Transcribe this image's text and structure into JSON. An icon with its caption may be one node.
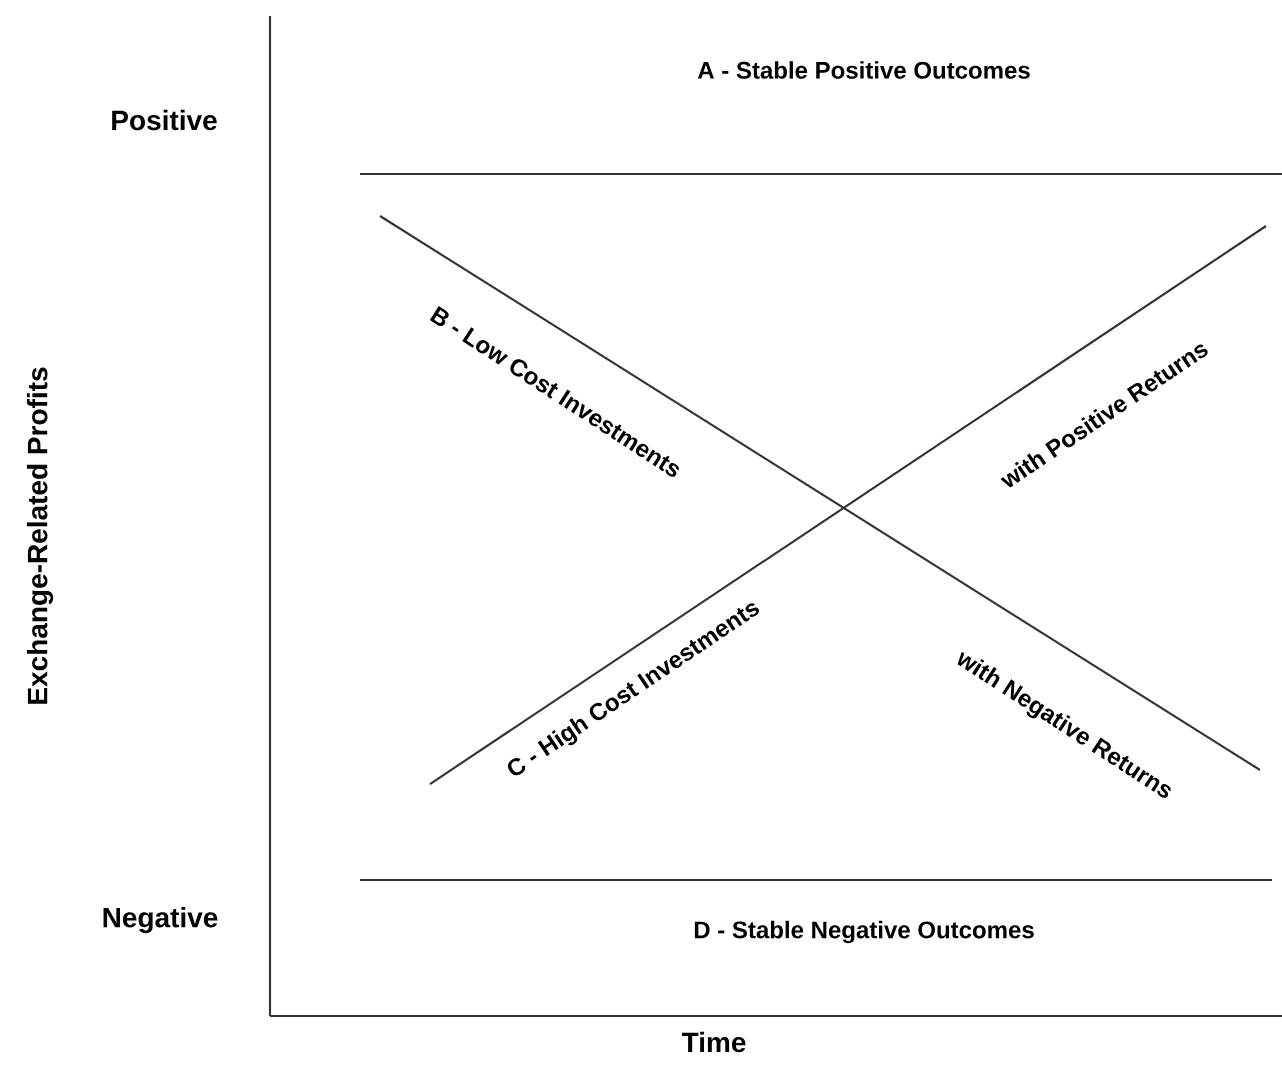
{
  "diagram": {
    "labels": [
      "A - Stable Positive Outcomes",
      "Positive",
      "B - Low Cost Investments",
      "with Positive Returns",
      "Exchange-Related Profits",
      "C - High Cost Investments",
      "with Negative Returns",
      "Negative",
      "D - Stable Negative Outcomes",
      "Time"
    ]
  }
}
